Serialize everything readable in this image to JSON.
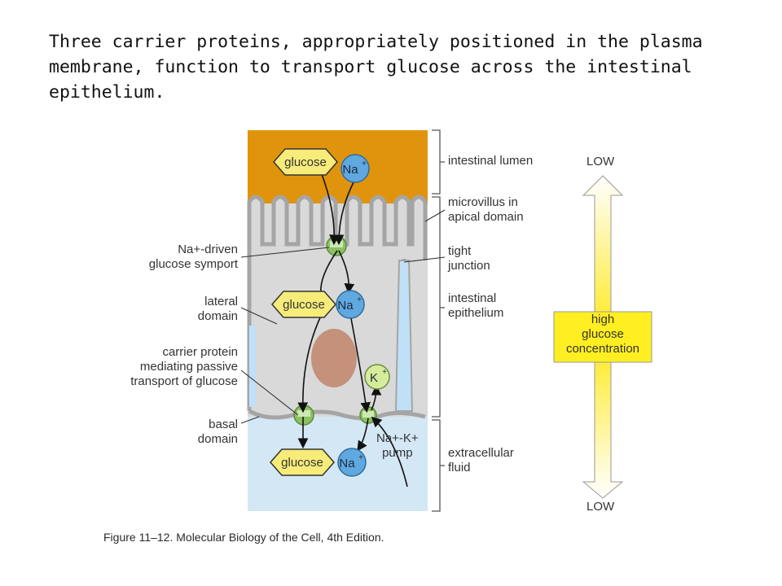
{
  "slide": {
    "title": "Three carrier proteins, appropriately positioned in the plasma\nmembrane, function to transport glucose across the intestinal\nepithelium."
  },
  "molecules": {
    "glucose": "glucose",
    "sodium": "Na",
    "potassium": "K",
    "plus": "+"
  },
  "labels_left": {
    "symport": "Na+-driven\nglucose symport",
    "lateral": "lateral\ndomain",
    "carrier": "carrier protein\nmediating passive\ntransport of glucose",
    "basal": "basal\ndomain"
  },
  "labels_right": {
    "lumen": "intestinal lumen",
    "microvillus": "microvillus in\napical domain",
    "tight": "tight\njunction",
    "epithelium": "intestinal\nepithelium",
    "fluid": "extracellular\nfluid"
  },
  "pump_label": "Na+-K+\npump",
  "gradient": {
    "top": "LOW",
    "middle": "high\nglucose\nconcentration",
    "bottom": "LOW"
  },
  "caption": "Figure 11–12. Molecular Biology of the Cell, 4th Edition.",
  "colors": {
    "lumen": "#e0940e",
    "cell": "#d9d9d9",
    "membrane": "#a8a8a8",
    "extracellular": "#d3e7f5",
    "nucleus": "#c4917a",
    "glucose_fill": "#f7ec7a",
    "ion_fill": "#5fa8e0",
    "carrier": "#8cc063",
    "gradient_box": "#ffee22"
  }
}
